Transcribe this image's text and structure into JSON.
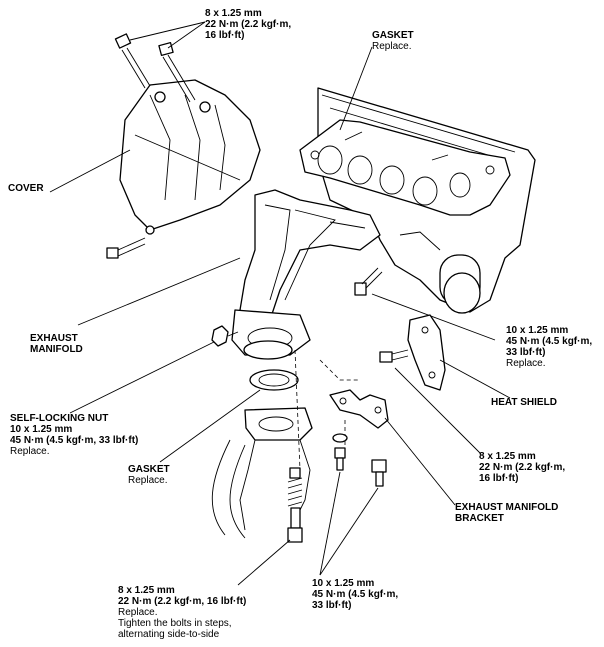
{
  "labels": {
    "top_bolt": {
      "l1": "8 x 1.25 mm",
      "l2": "22 N·m (2.2 kgf·m,",
      "l3": "16 lbf·ft)"
    },
    "gasket_top": {
      "title": "GASKET",
      "note": "Replace."
    },
    "cover": {
      "title": "COVER"
    },
    "exhaust_manifold": {
      "l1": "EXHAUST",
      "l2": "MANIFOLD"
    },
    "heat_shield_bolt": {
      "l1": "10 x 1.25 mm",
      "l2": "45 N·m (4.5 kgf·m,",
      "l3": "33 lbf·ft)",
      "note": "Replace."
    },
    "heat_shield": {
      "title": "HEAT SHIELD"
    },
    "self_locking_nut": {
      "title": "SELF-LOCKING NUT",
      "l1": "10 x 1.25 mm",
      "l2": "45 N·m (4.5 kgf·m, 33 lbf·ft)",
      "note": "Replace."
    },
    "gasket_lower": {
      "title": "GASKET",
      "note": "Replace."
    },
    "shield_bolts": {
      "l1": "8 x 1.25 mm",
      "l2": "22 N·m (2.2 kgf·m,",
      "l3": "16 lbf·ft)"
    },
    "bracket": {
      "l1": "EXHAUST MANIFOLD",
      "l2": "BRACKET"
    },
    "spring_bolt": {
      "l1": "8 x 1.25 mm",
      "l2": "22 N·m (2.2 kgf·m, 16 lbf·ft)",
      "note1": "Replace.",
      "note2": "Tighten the bolts in steps,",
      "note3": "alternating side-to-side"
    },
    "bracket_bolts": {
      "l1": "10 x 1.25 mm",
      "l2": "45 N·m (4.5 kgf·m,",
      "l3": "33 lbf·ft)"
    }
  }
}
